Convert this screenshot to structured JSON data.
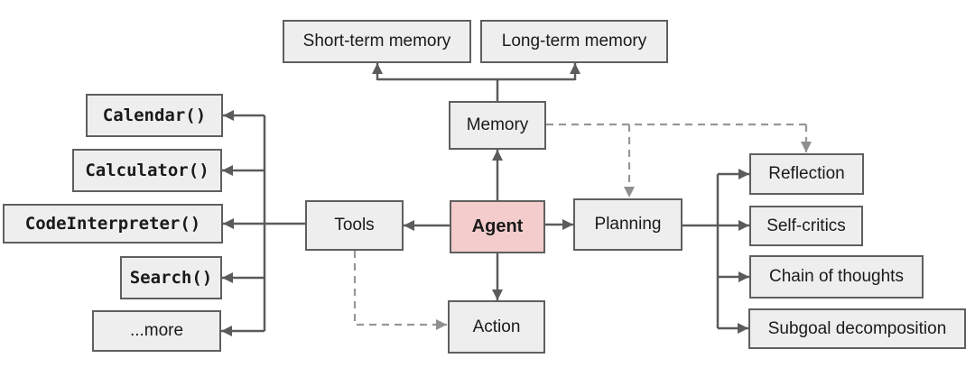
{
  "nodes": {
    "short_term": {
      "label": "Short-term memory"
    },
    "long_term": {
      "label": "Long-term memory"
    },
    "memory": {
      "label": "Memory"
    },
    "calendar": {
      "label": "Calendar()"
    },
    "calculator": {
      "label": "Calculator()"
    },
    "code_interpreter": {
      "label": "CodeInterpreter()"
    },
    "search": {
      "label": "Search()"
    },
    "more": {
      "label": "...more"
    },
    "tools": {
      "label": "Tools"
    },
    "agent": {
      "label": "Agent"
    },
    "planning": {
      "label": "Planning"
    },
    "action": {
      "label": "Action"
    },
    "reflection": {
      "label": "Reflection"
    },
    "self_critics": {
      "label": "Self-critics"
    },
    "chain_of_thoughts": {
      "label": "Chain of thoughts"
    },
    "subgoal_decomposition": {
      "label": "Subgoal decomposition"
    }
  },
  "colors": {
    "agent_fill": "#f4cccc",
    "node_fill": "#eeeeee",
    "node_border": "#5f5f5f",
    "solid_line": "#5b5b5b",
    "dashed_line": "#979797",
    "background": "#ffffff"
  }
}
